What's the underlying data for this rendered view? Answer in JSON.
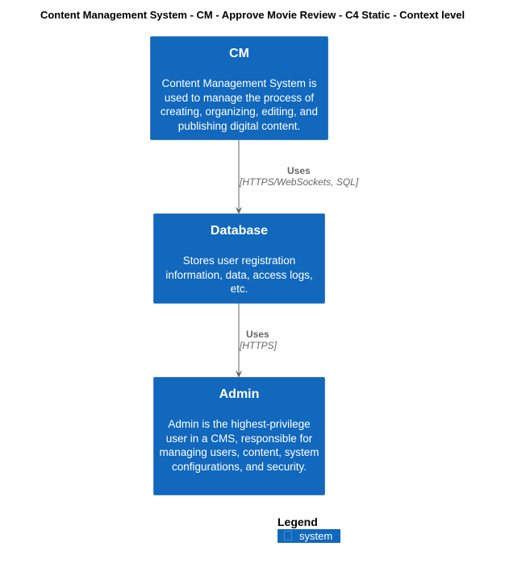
{
  "diagram": {
    "title": "Content Management System - CM - Approve Movie Review - C4 Static - Context level",
    "nodes": [
      {
        "name": "CM",
        "description": "Content Management System is used to manage the process of creating, organizing, editing, and publishing digital content."
      },
      {
        "name": "Database",
        "description": "Stores user registration information, data, access logs, etc."
      },
      {
        "name": "Admin",
        "description": "Admin is the highest-privilege user in a CMS, responsible for managing users, content, system configurations, and security."
      }
    ],
    "edges": [
      {
        "from": "CM",
        "to": "Database",
        "label": "Uses",
        "technology": "[HTTPS/WebSockets, SQL]"
      },
      {
        "from": "Database",
        "to": "Admin",
        "label": "Uses",
        "technology": "[HTTPS]"
      }
    ],
    "legend": {
      "title": "Legend",
      "items": [
        {
          "label": "system",
          "color": "#1168bd"
        }
      ]
    },
    "colors": {
      "system_fill": "#1168bd",
      "edge": "#666666"
    }
  }
}
